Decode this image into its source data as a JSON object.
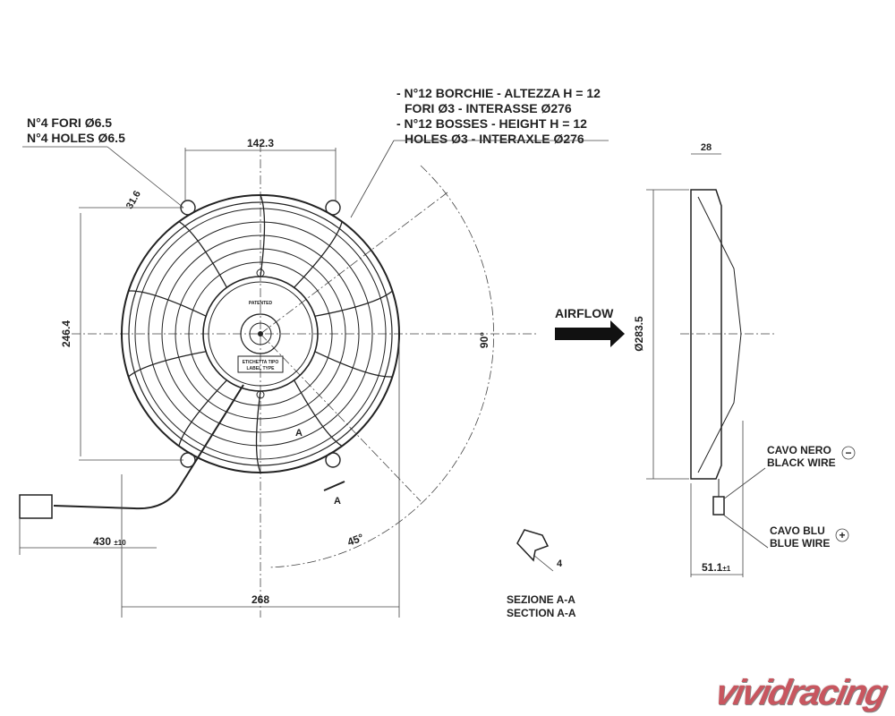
{
  "notes": {
    "holes_it": "N°4 FORI Ø6.5",
    "holes_en": "N°4 HOLES Ø6.5",
    "bosses_it_1": "- N°12 BORCHIE - ALTEZZA H = 12",
    "bosses_it_2": "FORI Ø3 - INTERASSE Ø276",
    "bosses_en_1": "- N°12 BOSSES - HEIGHT H = 12",
    "bosses_en_2": "HOLES Ø3 - INTERAXLE Ø276"
  },
  "dimensions": {
    "top_width": "142.3",
    "hole_offset": "31.6",
    "left_height": "246.4",
    "angle_90": "90°",
    "angle_45": "45°",
    "bottom_width": "268",
    "cable_length": "430",
    "cable_tol": "±10",
    "depth_top": "28",
    "diameter": "Ø283.5",
    "depth_bottom": "51.1",
    "depth_tol": "±1",
    "section_depth": "4"
  },
  "labels": {
    "patented": "PATENTED",
    "label_type_it": "ETICHETTA TIPO",
    "label_type_en": "LABEL TYPE",
    "airflow": "AIRFLOW",
    "section_marker": "A",
    "section_it": "SEZIONE A-A",
    "section_en": "SECTION A-A",
    "black_wire_it": "CAVO NERO",
    "black_wire_en": "BLACK WIRE",
    "blue_wire_it": "CAVO BLU",
    "blue_wire_en": "BLUE WIRE",
    "minus": "−",
    "plus": "+"
  },
  "watermark": "vividracing"
}
